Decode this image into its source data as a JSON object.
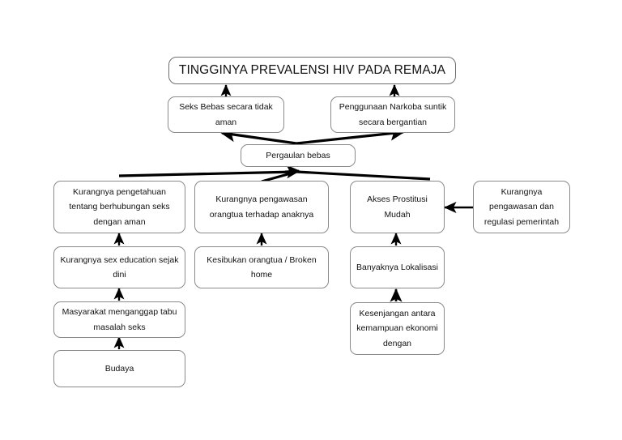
{
  "diagram": {
    "title": "TINGGINYA PREVALENSI HIV PADA REMAJA",
    "type": "problem-tree / fishbone cause diagram",
    "background_color": "#ffffff",
    "box_border_color": "#8a8a8a",
    "text_color": "#111111",
    "nodes": {
      "root": "TINGGINYA PREVALENSI HIV PADA REMAJA",
      "seks_bebas": "Seks Bebas secara tidak aman",
      "narkoba": "Penggunaan Narkoba suntik secara bergantian",
      "pergaulan_bebas": "Pergaulan bebas",
      "kurang_pengetahuan": "Kurangnya pengetahuan tentang berhubungan seks dengan aman",
      "kurang_pengawasan_ortu": "Kurangnya pengawasan orangtua terhadap anaknya",
      "akses_prostitusi": "Akses Prostitusi Mudah",
      "regulasi_pemerintah": "Kurangnya pengawasan dan regulasi pemerintah",
      "sex_education": "Kurangnya sex education sejak dini",
      "kesibukan_ortu": "Kesibukan orangtua / Broken home",
      "lokalisasi": "Banyaknya Lokalisasi",
      "tabu": "Masyarakat menganggap tabu masalah seks",
      "budaya": "Budaya",
      "kesenjangan": "Kesenjangan antara kemampuan ekonomi dengan"
    },
    "edges": [
      {
        "from": "seks_bebas",
        "to": "root",
        "style": "arrow-up"
      },
      {
        "from": "narkoba",
        "to": "root",
        "style": "arrow-up"
      },
      {
        "from": "pergaulan_bebas",
        "to": "seks_bebas",
        "style": "arrow-up-left"
      },
      {
        "from": "pergaulan_bebas",
        "to": "narkoba",
        "style": "arrow-up-right"
      },
      {
        "from": "kurang_pengetahuan",
        "to": "pergaulan_bebas",
        "style": "converging-line"
      },
      {
        "from": "kurang_pengawasan_ortu",
        "to": "pergaulan_bebas",
        "style": "converging-line"
      },
      {
        "from": "akses_prostitusi",
        "to": "pergaulan_bebas",
        "style": "converging-line"
      },
      {
        "from": "regulasi_pemerintah",
        "to": "akses_prostitusi",
        "style": "arrow-left"
      },
      {
        "from": "sex_education",
        "to": "kurang_pengetahuan",
        "style": "arrow-up"
      },
      {
        "from": "kesibukan_ortu",
        "to": "kurang_pengawasan_ortu",
        "style": "arrow-up"
      },
      {
        "from": "lokalisasi",
        "to": "akses_prostitusi",
        "style": "arrow-up"
      },
      {
        "from": "tabu",
        "to": "sex_education",
        "style": "arrow-up"
      },
      {
        "from": "budaya",
        "to": "tabu",
        "style": "arrow-up"
      },
      {
        "from": "kesenjangan",
        "to": "lokalisasi",
        "style": "arrow-up"
      }
    ]
  }
}
